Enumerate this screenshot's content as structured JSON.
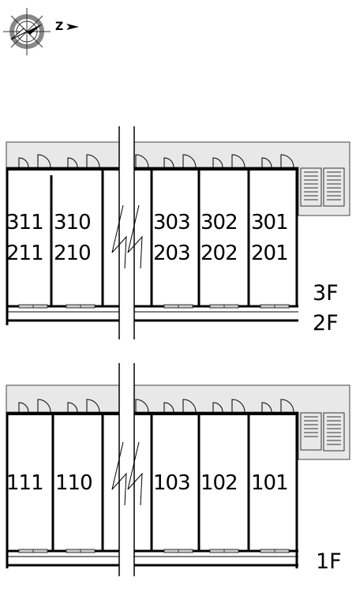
{
  "compass": {
    "north_letter": "Z"
  },
  "upper_plan": {
    "floor_top": "3F",
    "floor_bottom": "2F",
    "units_top_row": [
      "311",
      "310",
      "303",
      "302",
      "301"
    ],
    "units_bottom_row": [
      "211",
      "210",
      "203",
      "202",
      "201"
    ]
  },
  "lower_plan": {
    "floor": "1F",
    "units": [
      "111",
      "110",
      "103",
      "102",
      "101"
    ]
  },
  "colors": {
    "corridor_fill": "#e8e8e8",
    "wall": "#000000",
    "line": "#333333"
  }
}
